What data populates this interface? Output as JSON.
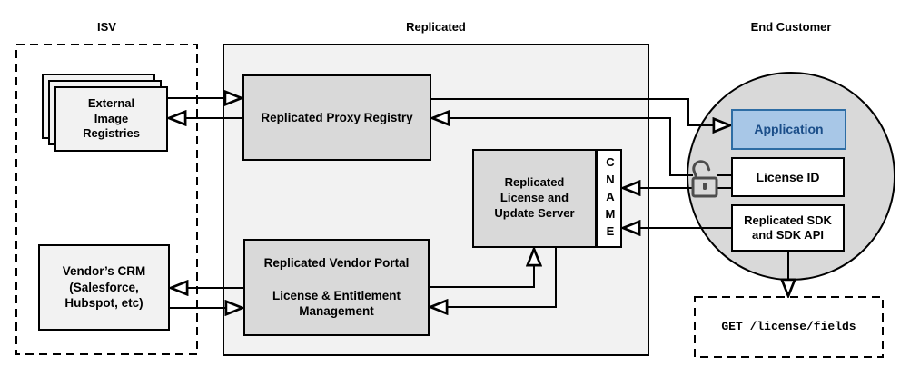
{
  "sections": {
    "isv": "ISV",
    "replicated": "Replicated",
    "end_customer": "End Customer"
  },
  "nodes": {
    "external_image_registries": "External\nImage\nRegistries",
    "vendors_crm": "Vendor’s CRM\n(Salesforce,\nHubspot, etc)",
    "proxy_registry": "Replicated Proxy Registry",
    "license_update_server": "Replicated\nLicense and\nUpdate Server",
    "cname": "CNAME",
    "vendor_portal": "Replicated Vendor Portal\n\nLicense & Entitlement\nManagement",
    "application": "Application",
    "license_id": "License ID",
    "replicated_sdk": "Replicated SDK\nand SDK API",
    "get_license_fields": "GET /license/fields"
  },
  "icons": {
    "unlock": "unlocked-padlock-icon"
  },
  "edges": [
    {
      "from": "external_image_registries",
      "to": "proxy_registry"
    },
    {
      "from": "proxy_registry",
      "to": "external_image_registries"
    },
    {
      "from": "proxy_registry",
      "to": "application"
    },
    {
      "from": "license_id",
      "to": "proxy_registry"
    },
    {
      "from": "license_id",
      "to": "cname"
    },
    {
      "from": "replicated_sdk",
      "to": "cname"
    },
    {
      "from": "vendor_portal",
      "to": "license_update_server"
    },
    {
      "from": "license_update_server",
      "to": "vendor_portal"
    },
    {
      "from": "vendor_portal",
      "to": "vendors_crm"
    },
    {
      "from": "vendors_crm",
      "to": "vendor_portal"
    },
    {
      "from": "replicated_sdk",
      "to": "get_license_fields"
    }
  ],
  "colors": {
    "node_gray": "#d9d9d9",
    "panel_gray": "#f2f2f2",
    "application_fill": "#a8c7e7",
    "application_border": "#2e6da4",
    "application_text": "#1b4e89",
    "line": "#000000",
    "lock_icon": "#4d4d4d"
  }
}
